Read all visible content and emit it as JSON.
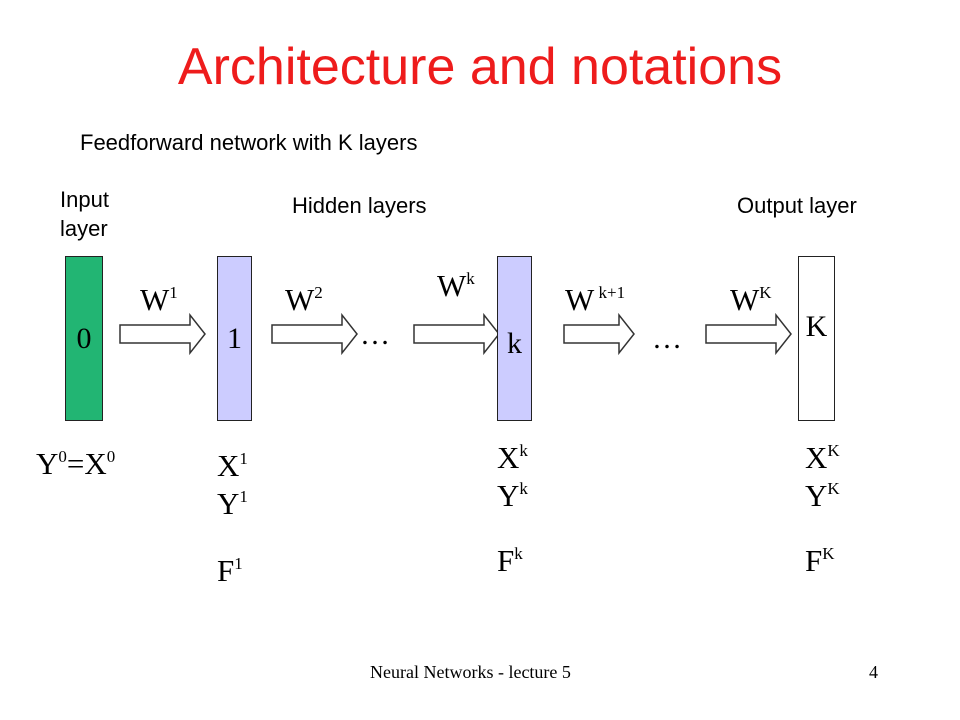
{
  "title": "Architecture and notations",
  "subtitle": "Feedforward network with K layers",
  "labels": {
    "input_layer": [
      "Input",
      "layer"
    ],
    "hidden_layers": "Hidden layers",
    "output_layer": "Output layer"
  },
  "layers": [
    {
      "label": "0",
      "color": "#22b573"
    },
    {
      "label": "1",
      "color": "#ccccff"
    },
    {
      "label": "k",
      "color": "#ccccff"
    },
    {
      "label": "K",
      "color": "#ffffff"
    }
  ],
  "weights": [
    {
      "base": "W",
      "sup": "1"
    },
    {
      "base": "W",
      "sup": "2"
    },
    {
      "base": "W",
      "sup": "k"
    },
    {
      "base": "W",
      "sup": " k+1"
    },
    {
      "base": "W",
      "sup": "K"
    }
  ],
  "ellipsis": "…",
  "input_eq": {
    "y": "Y",
    "eq": "=X",
    "sup": "0"
  },
  "vars": {
    "x": "X",
    "y": "Y",
    "f": "F",
    "layer1_sup": "1",
    "layerk_sup": "k",
    "layerK_sup": "K"
  },
  "footer": {
    "left": "Neural Networks - lecture 5",
    "page": "4"
  }
}
